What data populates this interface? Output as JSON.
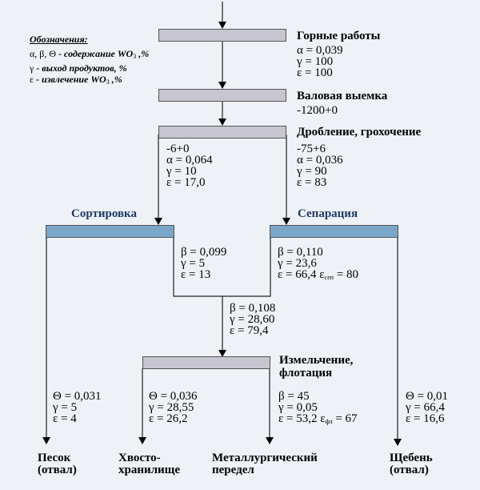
{
  "legend": {
    "heading": "Обозначения:",
    "lines": [
      {
        "symbols": "α, β, Θ",
        "text": " - содержание WO",
        "sub": "3",
        "tail": " ,%"
      },
      {
        "symbols": "γ",
        "text": " - выход продуктов, %",
        "sub": "",
        "tail": ""
      },
      {
        "symbols": "ε",
        "text": " - извлечение WO",
        "sub": "3",
        "tail": " ,%"
      }
    ]
  },
  "stages": {
    "mining": {
      "title": "Горные работы",
      "values": [
        "α = 0,039",
        "γ = 100",
        "ε = 100"
      ]
    },
    "bulk": {
      "title": "Валовая выемка",
      "values": [
        "-1200+0"
      ]
    },
    "crushing": {
      "title": "Дробление, грохочение"
    },
    "fine_stream": {
      "values": [
        "-6+0",
        "α = 0,064",
        "γ = 10",
        "ε = 17,0"
      ]
    },
    "coarse_stream": {
      "values": [
        "-75+6",
        "α = 0,036",
        "γ = 90",
        "ε = 83"
      ]
    },
    "sorting": {
      "title": "Сортировка",
      "values": [
        "β = 0,099",
        "γ = 5",
        "ε = 13"
      ]
    },
    "separation": {
      "title": "Сепарация",
      "values": [
        "β = 0,110",
        "γ = 23,6",
        "ε = 66,4"
      ],
      "extra_symbol": "ε",
      "extra_sub": "сеп",
      "extra_value": " = 80"
    },
    "combined": {
      "values": [
        "β = 0,108",
        "γ = 28,60",
        "ε = 79,4"
      ]
    },
    "flotation": {
      "title_line1": "Измельчение,",
      "title_line2": "флотация"
    },
    "sand_stream": {
      "values": [
        "Θ = 0,031",
        "γ = 5",
        "ε = 4"
      ]
    },
    "tailings_stream": {
      "values": [
        "Θ = 0,036",
        "γ = 28,55",
        "ε = 26,2"
      ]
    },
    "concentrate_stream": {
      "values": [
        "β = 45",
        "γ = 0,05",
        "ε = 53,2"
      ],
      "extra_symbol": "ε",
      "extra_sub": "фл",
      "extra_value": " = 67"
    },
    "gravel_stream": {
      "values": [
        "Θ = 0,01",
        "γ = 66,4",
        "ε = 16,6"
      ]
    }
  },
  "outputs": {
    "sand": [
      "Песок",
      "(отвал)"
    ],
    "tailings": [
      "Хвосто-",
      "хранилище"
    ],
    "metallurgy": [
      "Металлургический",
      "передел"
    ],
    "gravel": [
      "Щебень",
      "(отвал)"
    ]
  },
  "colors": {
    "background": "#eef1f6",
    "process_bar": "#c6c5d0",
    "separation_bar": "#7aa7c9",
    "blue_title": "#1f3a6b"
  }
}
